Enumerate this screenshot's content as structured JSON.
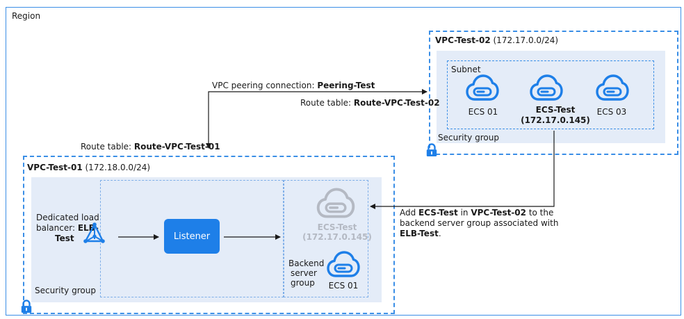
{
  "region": {
    "label": "Region"
  },
  "vpc02": {
    "name": "VPC-Test-02",
    "cidr": "(172.17.0.0/24)",
    "subnet_label": "Subnet",
    "security_group_label": "Security group",
    "servers": [
      {
        "label": "ECS 01"
      },
      {
        "label": "ECS-Test",
        "sublabel": "(172.17.0.145)"
      },
      {
        "label": "ECS 03"
      }
    ]
  },
  "vpc01": {
    "name": "VPC-Test-01",
    "cidr": "(172.18.0.0/24)",
    "security_group_label": "Security group",
    "elb": {
      "line1": "Dedicated load",
      "line2_prefix": "balancer: ",
      "line2_bold": "ELB-",
      "line3_bold": "Test"
    },
    "listener_label": "Listener",
    "ghost_server": {
      "label": "ECS-Test",
      "sublabel": "(172.17.0.145)"
    },
    "backend": {
      "line1": "Backend",
      "line2": "server",
      "line3": "group",
      "server_label": "ECS 01"
    }
  },
  "peering": {
    "prefix": "VPC peering connection: ",
    "name": "Peering-Test"
  },
  "route_table_02": {
    "prefix": "Route table: ",
    "name": "Route-VPC-Test-02"
  },
  "route_table_01": {
    "prefix": "Route table: ",
    "name": "Route-VPC-Test-01"
  },
  "note": {
    "l1_a": "Add ",
    "l1_b": "ECS-Test",
    "l1_c": " in ",
    "l1_d": "VPC-Test-02",
    "l1_e": " to the",
    "l2": "backend server group associated with",
    "l3_a": "ELB-Test",
    "l3_b": "."
  },
  "colors": {
    "accent": "#1e7fe8",
    "border_blue": "#3a8ee6",
    "security_group_fill": "#e4ecf8",
    "ghost_gray": "#b4b9c3",
    "arrow": "#1a1a1a"
  },
  "icons": {
    "server": "cloud-server-icon",
    "elb": "load-balancer-icon",
    "lock": "lock-icon"
  }
}
